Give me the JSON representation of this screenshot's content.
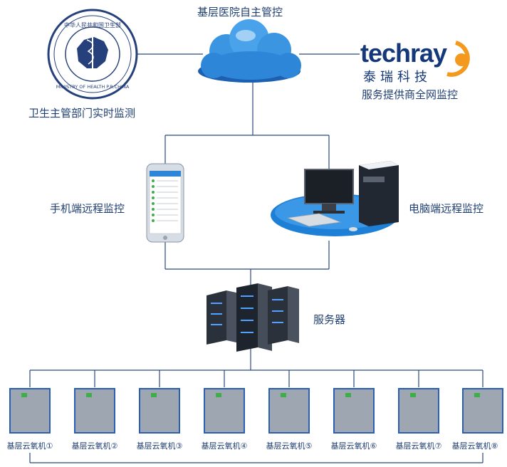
{
  "nodes": {
    "hospital": "基层医院自主管控",
    "health_dept": "卫生主管部门实时监测",
    "provider": "服务提供商全网监控",
    "mobile": "手机端远程监控",
    "pc": "电脑端远程监控",
    "server": "服务器"
  },
  "seal": {
    "top_text": "中华人民共和国卫生部",
    "bottom_text": "MINISTRY OF HEALTH P.R.CHINA"
  },
  "brand": {
    "name": "techray",
    "cn_name": "泰瑞科技",
    "color": "#14387a",
    "accent": "#f39a1e"
  },
  "units": [
    {
      "label": "基层云氧机①"
    },
    {
      "label": "基层云氧机②"
    },
    {
      "label": "基层云氧机③"
    },
    {
      "label": "基层云氧机④"
    },
    {
      "label": "基层云氧机⑤"
    },
    {
      "label": "基层云氧机⑥"
    },
    {
      "label": "基层云氧机⑦"
    },
    {
      "label": "基层云氧机⑧"
    }
  ],
  "colors": {
    "line": "#2a4a7a",
    "text": "#1f3f73",
    "cloud": "#2e86d8",
    "pc_platform": "#1e7fd6"
  }
}
